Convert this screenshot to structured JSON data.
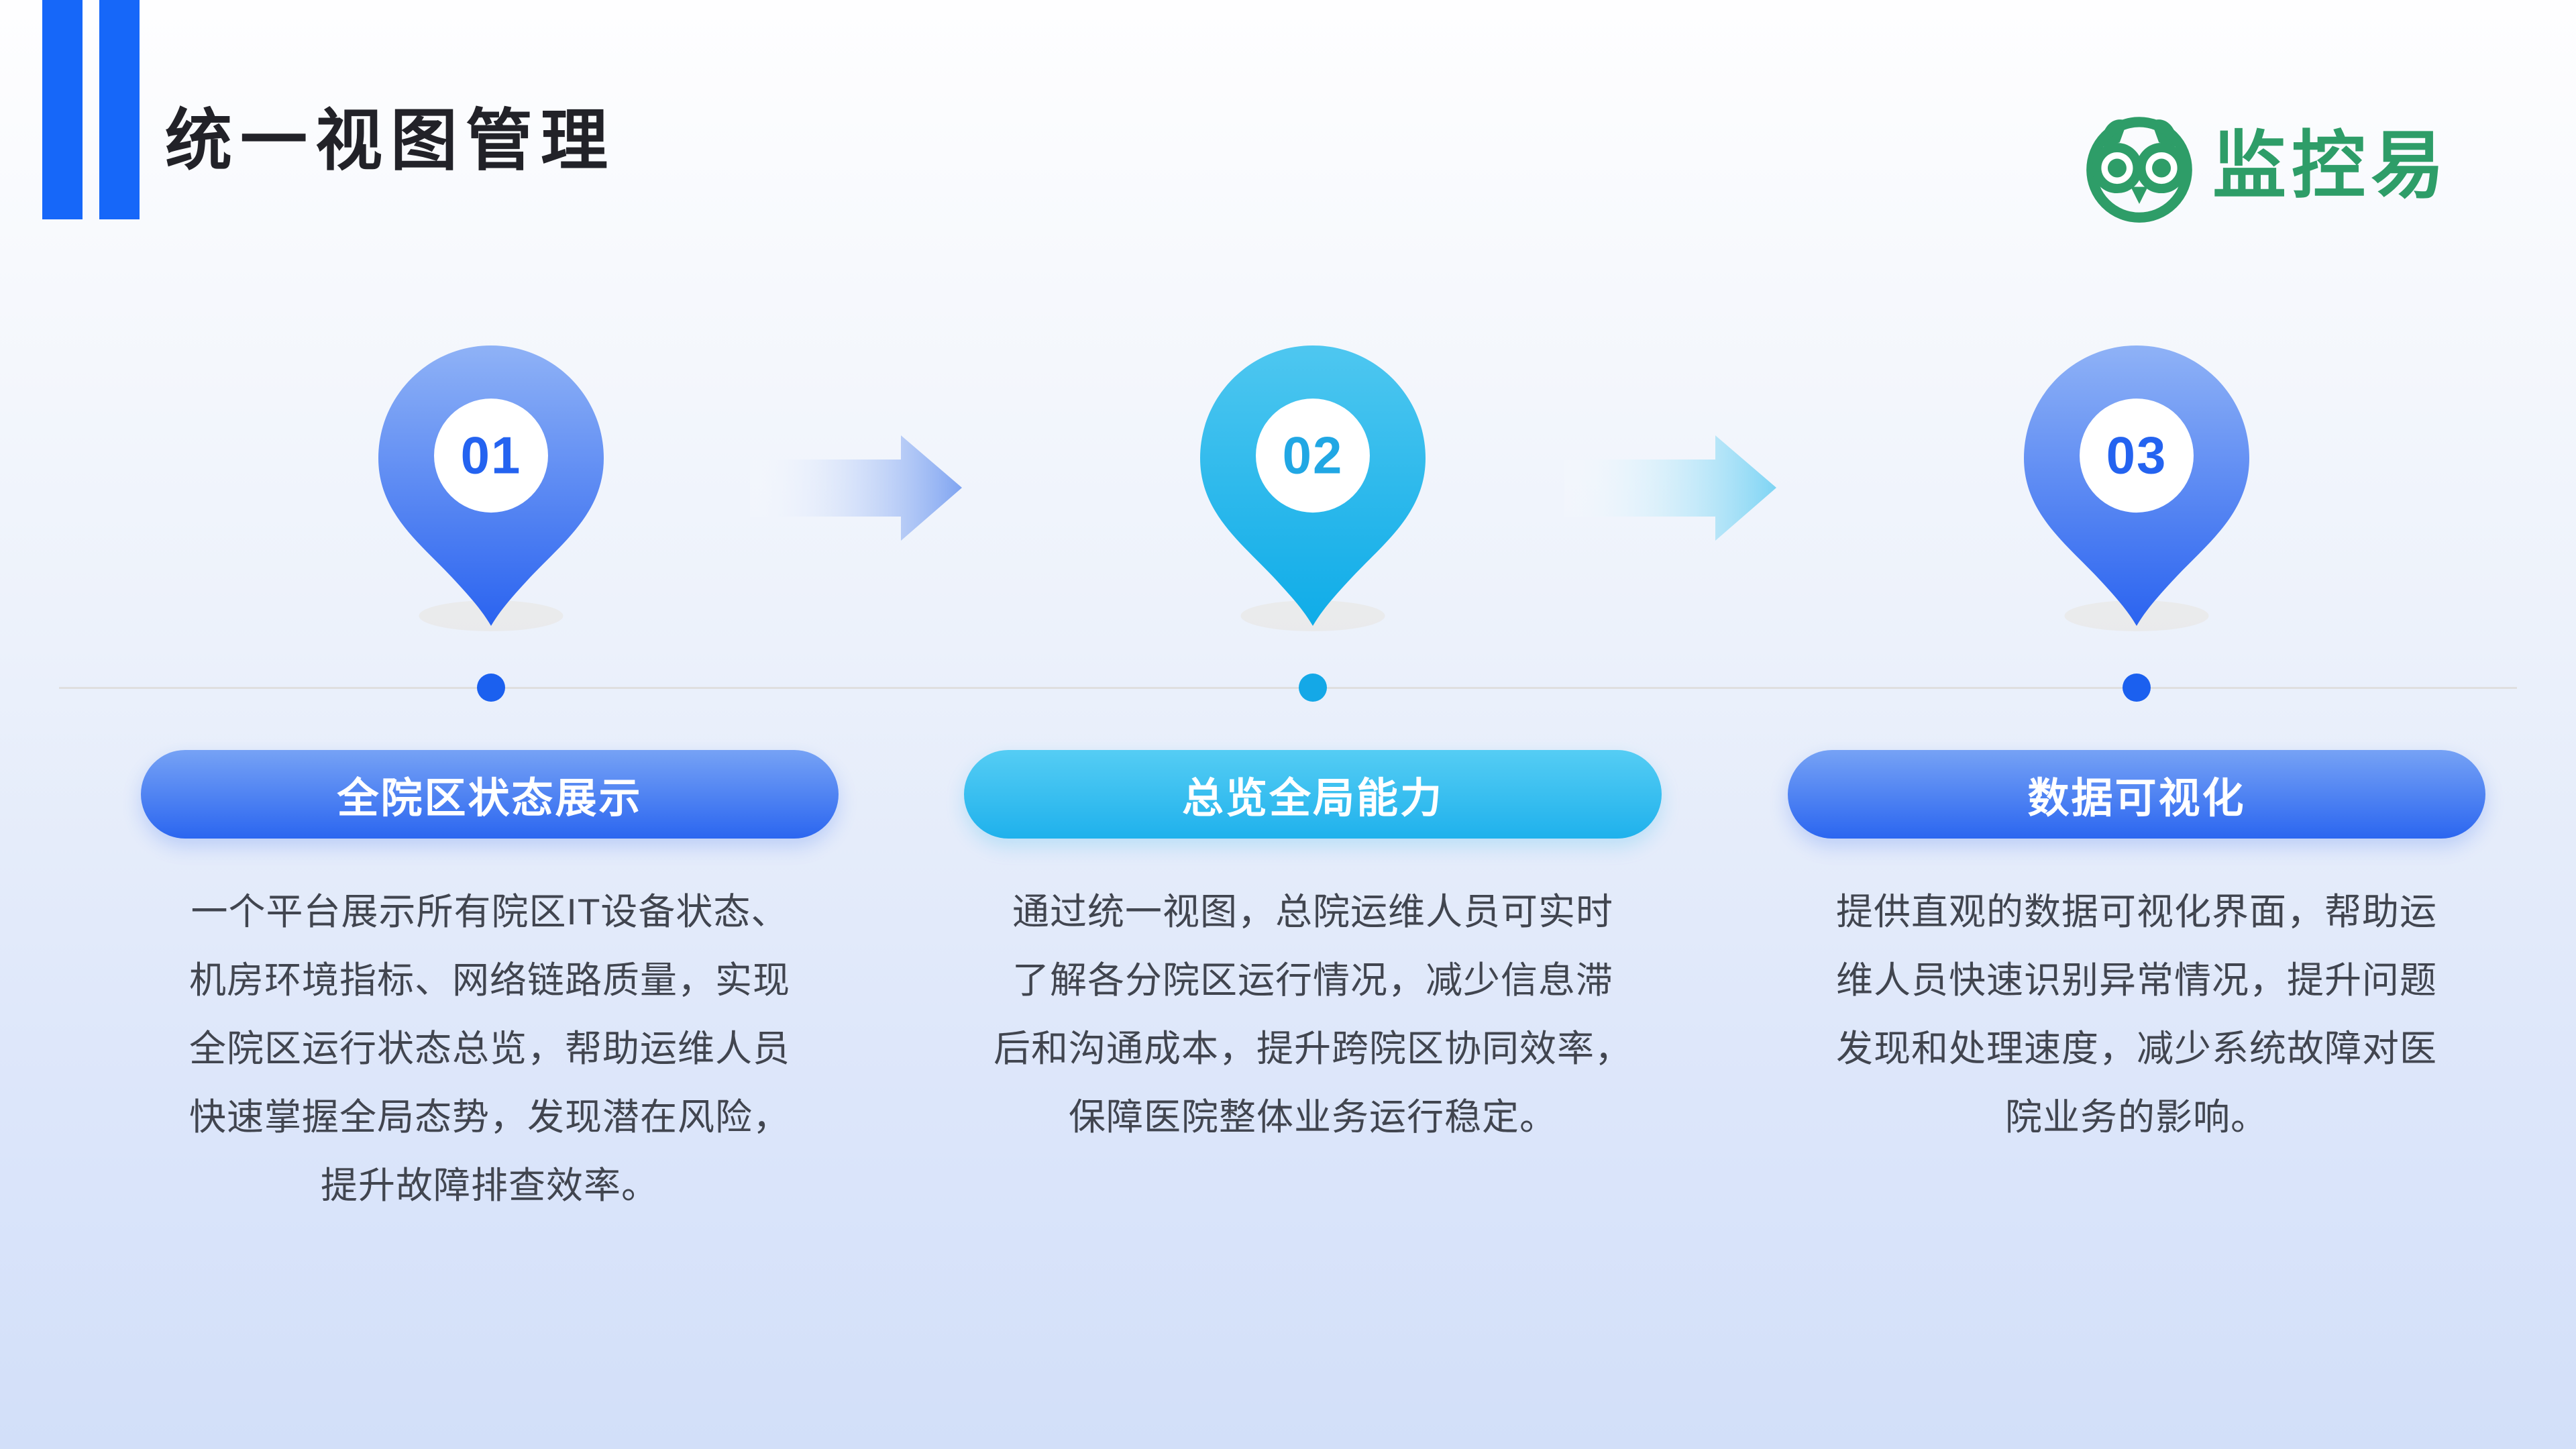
{
  "slide": {
    "title": "统一视图管理"
  },
  "logo": {
    "text": "监控易"
  },
  "steps": [
    {
      "number": "01",
      "theme": "blue",
      "label": "全院区状态展示",
      "lines": [
        "一个平台展示所有院区IT设备状态、",
        "机房环境指标、网络链路质量，实现",
        "全院区运行状态总览，帮助运维人员",
        "快速掌握全局态势，发现潜在风险，",
        "提升故障排查效率。"
      ]
    },
    {
      "number": "02",
      "theme": "cyan",
      "label": "总览全局能力",
      "lines": [
        "通过统一视图，总院运维人员可实时",
        "了解各分院区运行情况，减少信息滞",
        "后和沟通成本，提升跨院区协同效率，",
        "保障医院整体业务运行稳定。"
      ]
    },
    {
      "number": "03",
      "theme": "blue",
      "label": "数据可视化",
      "lines": [
        "提供直观的数据可视化界面，帮助运",
        "维人员快速识别异常情况，提升问题",
        "发现和处理速度，减少系统故障对医",
        "院业务的影响。"
      ]
    }
  ],
  "colors": {
    "accent_bar_blue": "#1667F9",
    "pin_blue_top": "#8FB2F6",
    "pin_blue_bottom": "#2A63F0",
    "pin_cyan_top": "#4EC7F0",
    "pin_cyan_bottom": "#0FACE8",
    "pill_blue": "#2B66F0",
    "pill_cyan": "#1FB1EC",
    "logo_green": "#2E9D68",
    "title_text": "#222228",
    "body_text": "#41454F",
    "timeline_line": "#DFDFDF"
  }
}
